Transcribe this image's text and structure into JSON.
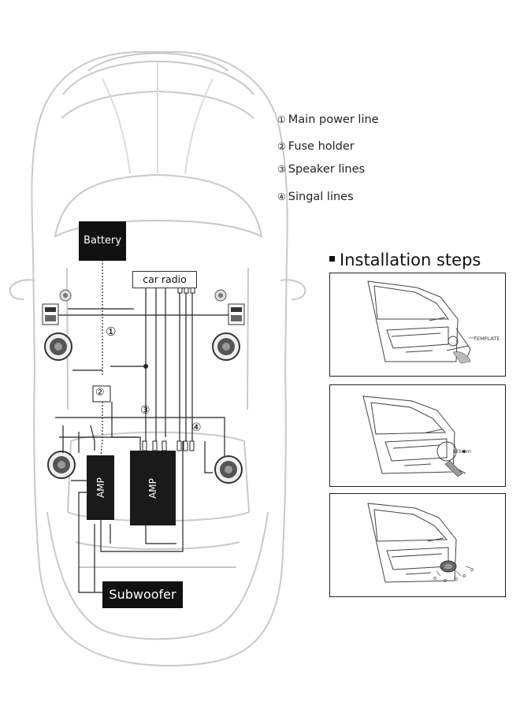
{
  "legend": [
    {
      "num": "①",
      "text": "Main power line"
    },
    {
      "num": "②",
      "text": "Fuse holder"
    },
    {
      "num": "③",
      "text": "Speaker lines"
    },
    {
      "num": "④",
      "text": "Singal lines"
    }
  ],
  "labels": {
    "battery": "Battery",
    "car_radio": "car radio",
    "amp_1": "AMP",
    "amp_2": "AMP",
    "subwoofer": "Subwoofer",
    "marker_1": "①",
    "marker_2": "②",
    "marker_3": "③",
    "marker_4": "④"
  },
  "installation": {
    "title": "Installation steps",
    "step1_label": "TEMPLATE",
    "step2_label": "Ø3mm"
  },
  "colors": {
    "car_outline": "#c8c8c8",
    "wire": "#222222",
    "label_box": "#111111"
  }
}
